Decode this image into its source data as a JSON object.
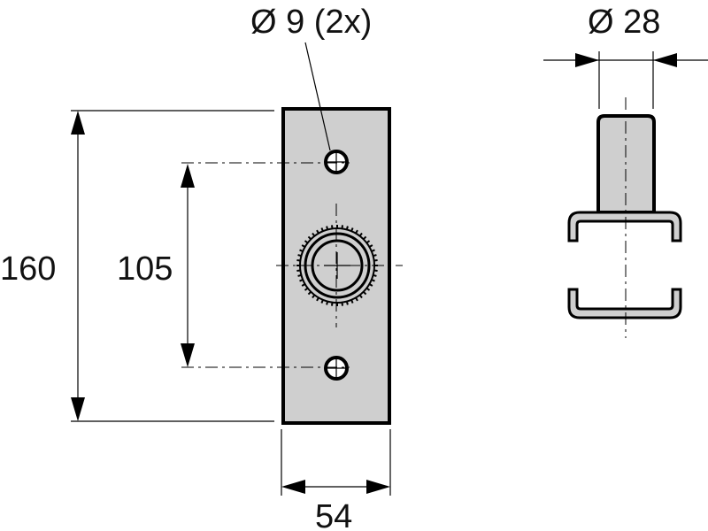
{
  "dimensions": {
    "hole_diameter": "Ø 9 (2x)",
    "spigot_diameter": "Ø 28",
    "overall_height": "160",
    "hole_spacing": "105",
    "plate_width": "54"
  },
  "colors": {
    "part_fill": "#cfcfcf",
    "line": "#000000",
    "background": "#ffffff"
  }
}
